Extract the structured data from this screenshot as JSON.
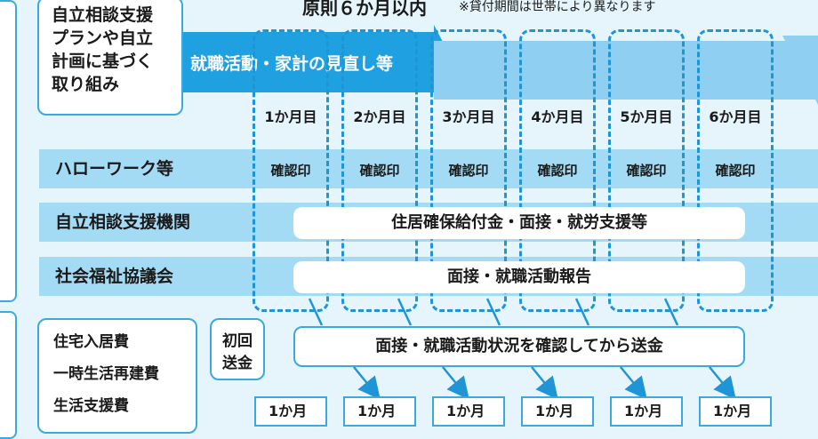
{
  "header": {
    "title": "原則６か月以内",
    "note": "※貸付期間は世帯により異なります"
  },
  "plan_box": {
    "lines": [
      "自立相談支援",
      "プランや自立",
      "計画に基づく",
      "取り組み"
    ]
  },
  "arrow_label": "就職活動・家計の見直し等",
  "months": [
    "1か月目",
    "2か月目",
    "3か月目",
    "4か月目",
    "5か月目",
    "6か月目"
  ],
  "rows": {
    "hellowork": {
      "label": "ハローワーク等",
      "stamp": "確認印"
    },
    "support_center": {
      "label": "自立相談支援機関",
      "pill": "住居確保給付金・面接・就労支援等"
    },
    "welfare_council": {
      "label": "社会福祉協議会",
      "pill": "面接・就職活動報告"
    }
  },
  "grants": {
    "items": [
      "住宅入居費",
      "一時生活再建費",
      "生活支援費"
    ],
    "first_payment": [
      "初回",
      "送金"
    ],
    "remit_pill": "面接・就職活動状況を確認してから送金",
    "month_tag": "1か月"
  },
  "colors": {
    "background": "#e6f5fb",
    "accent": "#1f95d6",
    "band": "#a4dbf4",
    "arrow": "#6ec3ee"
  }
}
